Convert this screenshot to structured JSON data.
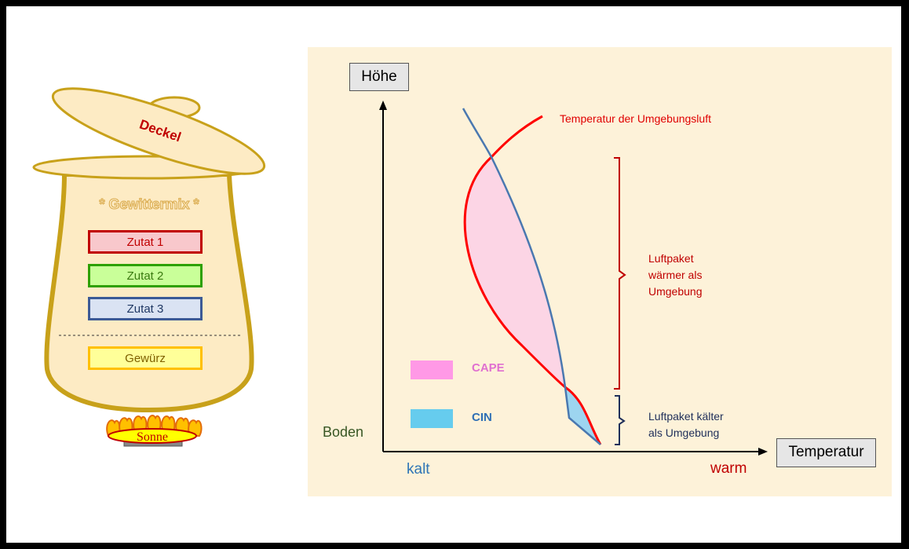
{
  "pot": {
    "lid_label": "Deckel",
    "title": "* Gewittermix *",
    "ingredients": [
      {
        "label": "Zutat 1",
        "color": "#c00000",
        "fill": "#f8c8cc",
        "text": "#c00000"
      },
      {
        "label": "Zutat 2",
        "color": "#2ea000",
        "fill": "#c9ff99",
        "text": "#3a7a10"
      },
      {
        "label": "Zutat 3",
        "color": "#3c5a96",
        "fill": "#dae3f3",
        "text": "#1f3864"
      }
    ],
    "spice_label": "Gewürz",
    "burner_label": "Sonne"
  },
  "diagram": {
    "y_axis_label": "Höhe",
    "x_axis_label": "Temperatur",
    "ground_label": "Boden",
    "cold_label": "kalt",
    "warm_label": "warm",
    "env_curve_label": "Temperatur der Umgebungsluft",
    "warmer_label": [
      "Luftpaket",
      "wärmer als",
      "Umgebung"
    ],
    "colder_label": [
      "Luftpaket kälter",
      "als Umgebung"
    ],
    "legend": [
      {
        "label": "CAPE",
        "color": "#ff99e6",
        "text_color": "#e070d0"
      },
      {
        "label": "CIN",
        "color": "#66ccee",
        "text_color": "#2f6fb5"
      }
    ],
    "colors": {
      "environment": "#ff0000",
      "parcel": "#4a78b0",
      "cape_fill": "#fcd5e5",
      "cin_fill": "#9dd5f0",
      "background": "#fdf2d9"
    }
  }
}
